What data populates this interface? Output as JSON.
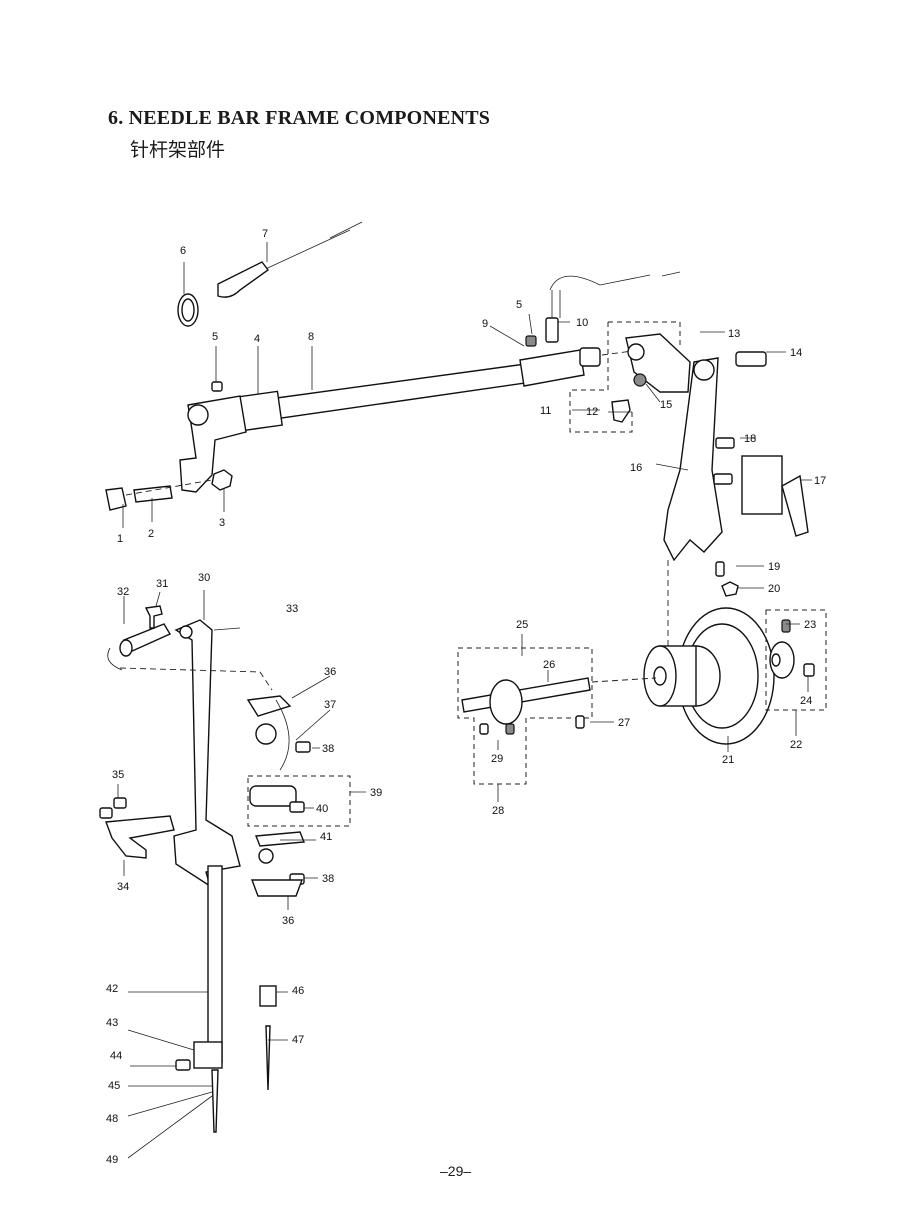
{
  "heading": {
    "title": "6. NEEDLE BAR FRAME COMPONENTS",
    "subtitle": "针杆架部件"
  },
  "page_number": "–29–",
  "callouts": [
    "1",
    "2",
    "3",
    "4",
    "5",
    "6",
    "7",
    "8",
    "9",
    "5",
    "10",
    "11",
    "12",
    "13",
    "14",
    "15",
    "16",
    "17",
    "18",
    "19",
    "20",
    "21",
    "22",
    "23",
    "24",
    "25",
    "26",
    "27",
    "28",
    "29",
    "30",
    "31",
    "32",
    "33",
    "34",
    "35",
    "36",
    "37",
    "38",
    "39",
    "40",
    "41",
    "38",
    "36",
    "42",
    "43",
    "44",
    "45",
    "46",
    "47",
    "48",
    "49"
  ]
}
